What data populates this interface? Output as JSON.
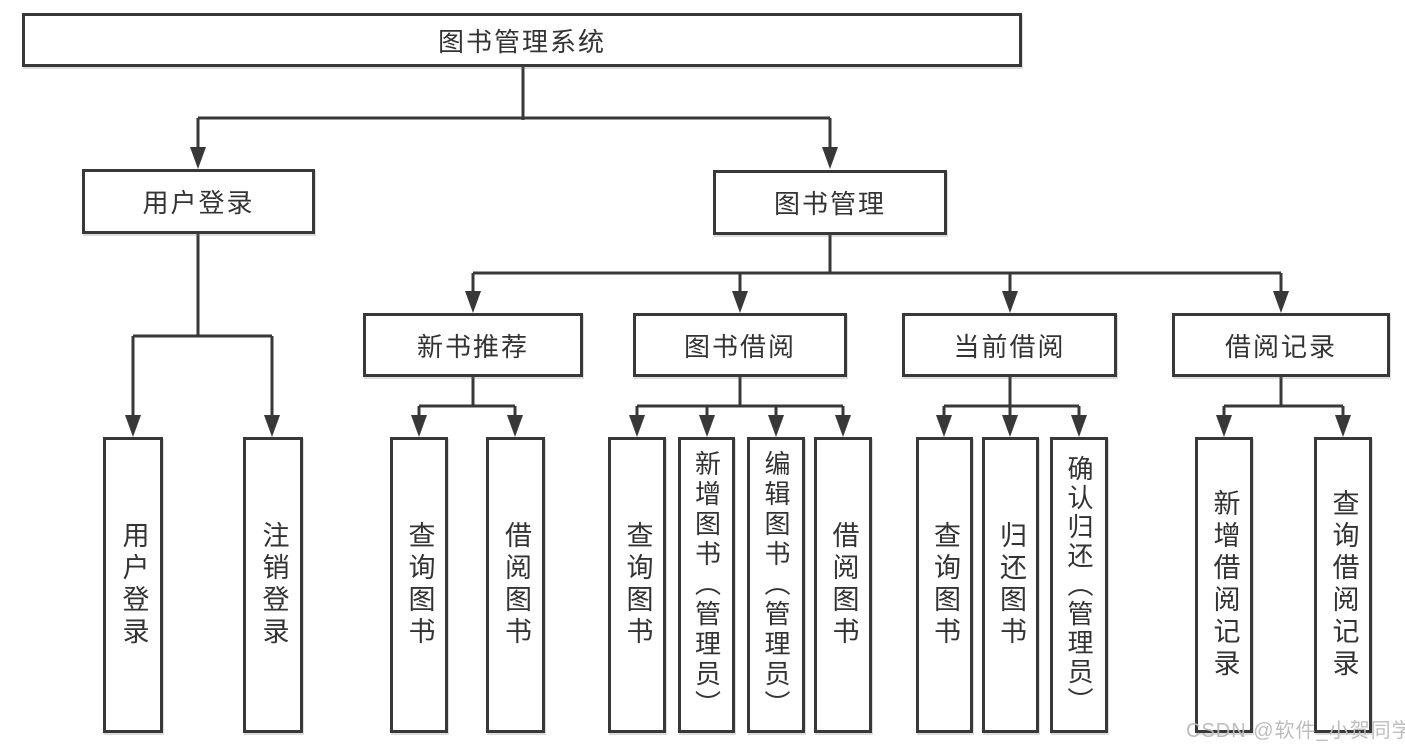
{
  "colors": {
    "line": "#383838",
    "box_border": "#383838",
    "box_fill": "#ffffff",
    "text": "#333333",
    "watermark": "#b9b9b9",
    "background": "#ffffff"
  },
  "watermark": {
    "text": "CSDN @软件_小贺同学"
  },
  "tree": {
    "root": {
      "label": "图书管理系统",
      "children": [
        {
          "label": "用户登录",
          "children": [
            {
              "label": "用户登录"
            },
            {
              "label": "注销登录"
            }
          ]
        },
        {
          "label": "图书管理",
          "children": [
            {
              "label": "新书推荐",
              "children": [
                {
                  "label": "查询图书"
                },
                {
                  "label": "借阅图书"
                }
              ]
            },
            {
              "label": "图书借阅",
              "children": [
                {
                  "label": "查询图书"
                },
                {
                  "label": "新增图书（管理员）"
                },
                {
                  "label": "编辑图书（管理员）"
                },
                {
                  "label": "借阅图书"
                }
              ]
            },
            {
              "label": "当前借阅",
              "children": [
                {
                  "label": "查询图书"
                },
                {
                  "label": "归还图书"
                },
                {
                  "label": "确认归还（管理员）"
                }
              ]
            },
            {
              "label": "借阅记录",
              "children": [
                {
                  "label": "新增借阅记录"
                },
                {
                  "label": "查询借阅记录"
                }
              ]
            }
          ]
        }
      ]
    }
  }
}
